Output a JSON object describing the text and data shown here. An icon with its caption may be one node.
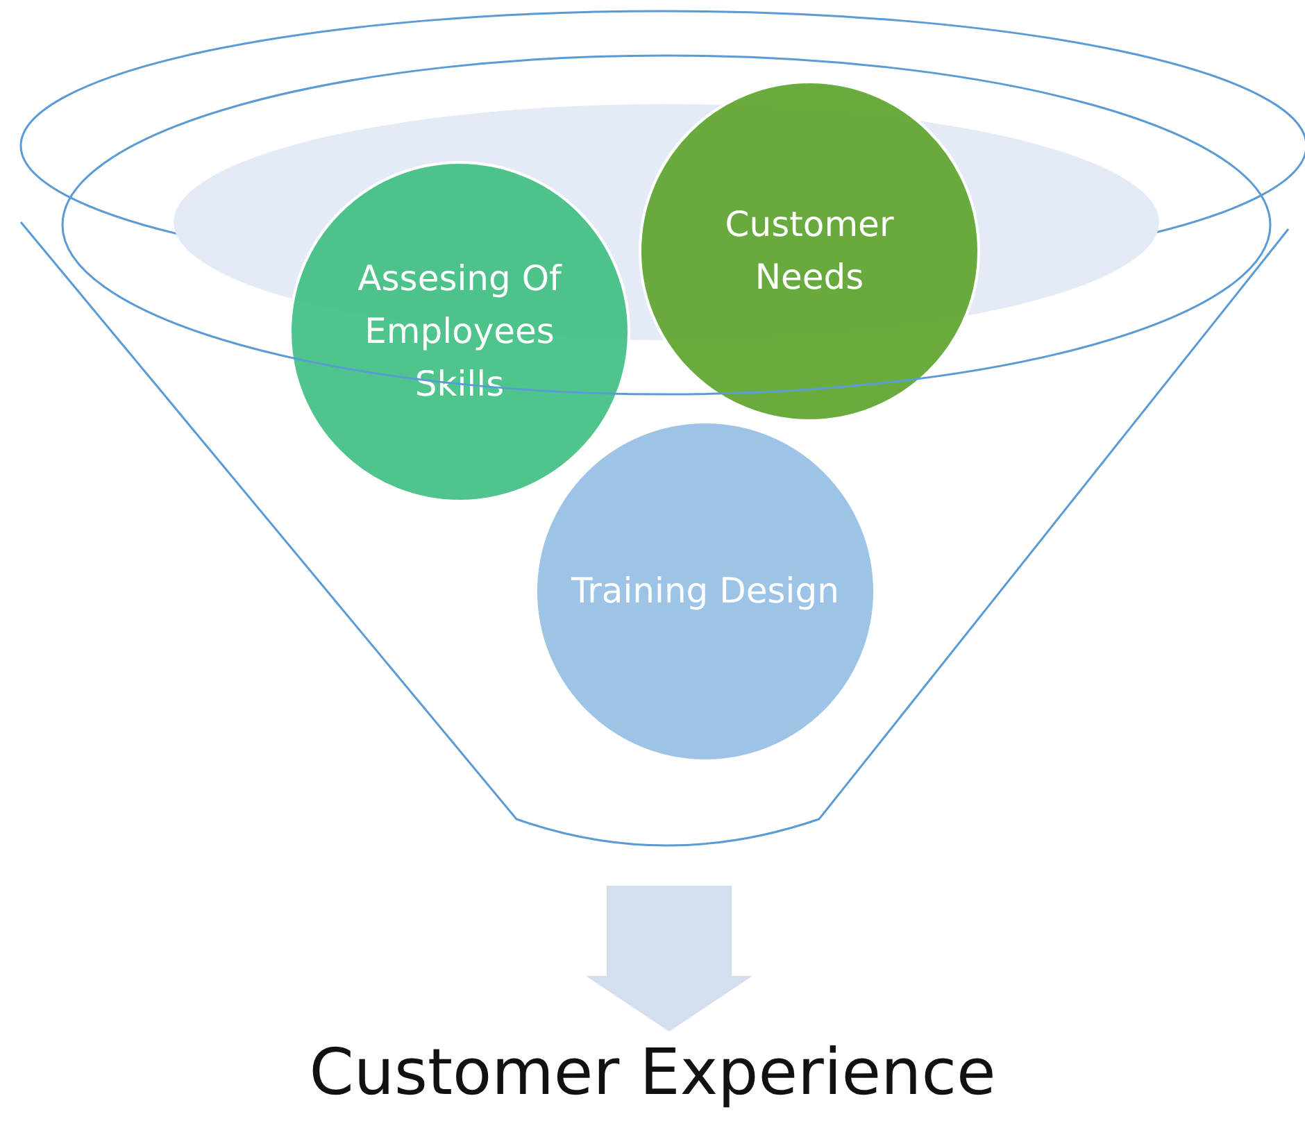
{
  "diagram": {
    "nodes": [
      {
        "text": [],
        "shape": "funnel"
      },
      {
        "text": [
          "Assesing Of Employees Skills"
        ],
        "in": 0
      },
      {
        "text": [
          "Customer Needs"
        ],
        "in": 0
      },
      {
        "text": [
          "Training Design"
        ],
        "in": 0
      },
      {
        "text": [
          "Customer Experience"
        ]
      }
    ],
    "edges": [
      {
        "from": 0,
        "to": 4,
        "arrow": "to"
      }
    ]
  }
}
